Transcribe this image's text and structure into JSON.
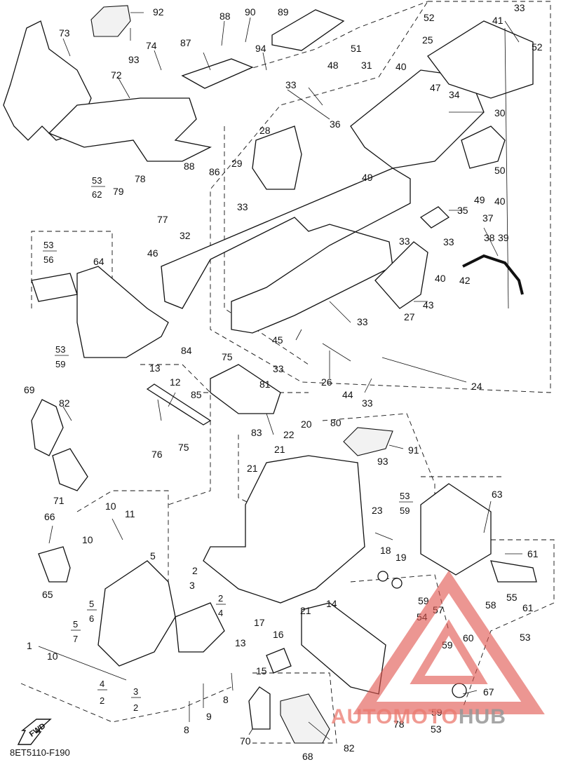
{
  "diagram": {
    "code": "8ET5110-F190",
    "fwd_label": "FWD",
    "watermark": {
      "part1": "AUTOMOTO",
      "part2": "HUB"
    },
    "callouts": [
      {
        "n": "92"
      },
      {
        "n": "93"
      },
      {
        "n": "88"
      },
      {
        "n": "90"
      },
      {
        "n": "89"
      },
      {
        "n": "33"
      },
      {
        "n": "73"
      },
      {
        "n": "74"
      },
      {
        "n": "87"
      },
      {
        "n": "94"
      },
      {
        "n": "52"
      },
      {
        "n": "41"
      },
      {
        "n": "52"
      },
      {
        "n": "51"
      },
      {
        "n": "25"
      },
      {
        "n": "48"
      },
      {
        "n": "31"
      },
      {
        "n": "40"
      },
      {
        "n": "72"
      },
      {
        "n": "33"
      },
      {
        "n": "47"
      },
      {
        "n": "34"
      },
      {
        "n": "36"
      },
      {
        "n": "30"
      },
      {
        "n": "28"
      },
      {
        "n": "79"
      },
      {
        "n": "78"
      },
      {
        "n": "88"
      },
      {
        "n": "86"
      },
      {
        "n": "29"
      },
      {
        "n": "49"
      },
      {
        "n": "50"
      },
      {
        "n": "33"
      },
      {
        "n": "40"
      },
      {
        "n": "49"
      },
      {
        "n": "77"
      },
      {
        "n": "35"
      },
      {
        "n": "37"
      },
      {
        "n": "38"
      },
      {
        "n": "39"
      },
      {
        "n": "32"
      },
      {
        "n": "33"
      },
      {
        "n": "46"
      },
      {
        "n": "33"
      },
      {
        "n": "64"
      },
      {
        "n": "40"
      },
      {
        "n": "42"
      },
      {
        "n": "43"
      },
      {
        "n": "27"
      },
      {
        "n": "33"
      },
      {
        "n": "45"
      },
      {
        "n": "84"
      },
      {
        "n": "75"
      },
      {
        "n": "33"
      },
      {
        "n": "81"
      },
      {
        "n": "26"
      },
      {
        "n": "44"
      },
      {
        "n": "33"
      },
      {
        "n": "24"
      },
      {
        "n": "13"
      },
      {
        "n": "12"
      },
      {
        "n": "85"
      },
      {
        "n": "69"
      },
      {
        "n": "82"
      },
      {
        "n": "83"
      },
      {
        "n": "20"
      },
      {
        "n": "80"
      },
      {
        "n": "22"
      },
      {
        "n": "21"
      },
      {
        "n": "91"
      },
      {
        "n": "93"
      },
      {
        "n": "76"
      },
      {
        "n": "75"
      },
      {
        "n": "21"
      },
      {
        "n": "71"
      },
      {
        "n": "63"
      },
      {
        "n": "10"
      },
      {
        "n": "11"
      },
      {
        "n": "23"
      },
      {
        "n": "66"
      },
      {
        "n": "10"
      },
      {
        "n": "18"
      },
      {
        "n": "19"
      },
      {
        "n": "61"
      },
      {
        "n": "5"
      },
      {
        "n": "65"
      },
      {
        "n": "2"
      },
      {
        "n": "3"
      },
      {
        "n": "55"
      },
      {
        "n": "59"
      },
      {
        "n": "57"
      },
      {
        "n": "58"
      },
      {
        "n": "54"
      },
      {
        "n": "61"
      },
      {
        "n": "14"
      },
      {
        "n": "21"
      },
      {
        "n": "17"
      },
      {
        "n": "16"
      },
      {
        "n": "13"
      },
      {
        "n": "59"
      },
      {
        "n": "60"
      },
      {
        "n": "53"
      },
      {
        "n": "1"
      },
      {
        "n": "10"
      },
      {
        "n": "15"
      },
      {
        "n": "67"
      },
      {
        "n": "8"
      },
      {
        "n": "9"
      },
      {
        "n": "78"
      },
      {
        "n": "59"
      },
      {
        "n": "53"
      },
      {
        "n": "8"
      },
      {
        "n": "70"
      },
      {
        "n": "82"
      },
      {
        "n": "68"
      }
    ],
    "fractions": [
      {
        "num": "53",
        "den": "62"
      },
      {
        "num": "53",
        "den": "56"
      },
      {
        "num": "53",
        "den": "59"
      },
      {
        "num": "53",
        "den": "59"
      },
      {
        "num": "5",
        "den": "6"
      },
      {
        "num": "5",
        "den": "7"
      },
      {
        "num": "2",
        "den": "4"
      },
      {
        "num": "4",
        "den": "2"
      },
      {
        "num": "3",
        "den": "2"
      }
    ]
  }
}
